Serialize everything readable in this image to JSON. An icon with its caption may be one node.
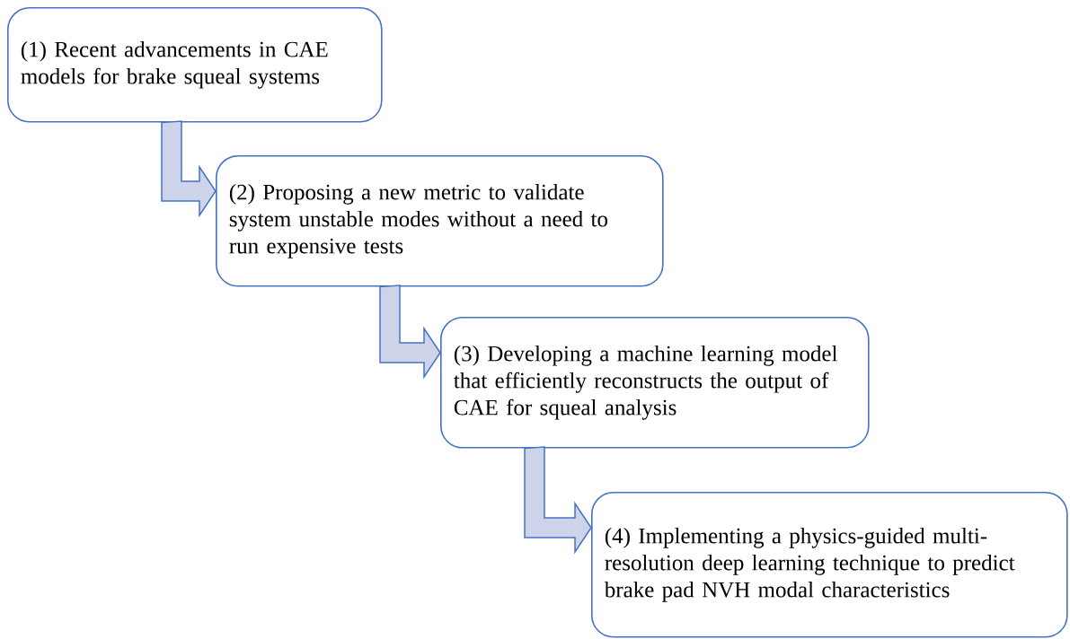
{
  "diagram": {
    "nodes": [
      {
        "text": [
          "(1) Recent advancements in CAE models for brake squeal systems"
        ]
      },
      {
        "text": [
          "(2) Proposing a new metric to validate system unstable modes without a need to run expensive tests"
        ]
      },
      {
        "text": [
          "(3) Developing a machine learning model that efficiently reconstructs the output of CAE for squeal analysis"
        ]
      },
      {
        "text": [
          "(4) Implementing a physics-guided multi-resolution deep learning technique to predict brake pad NVH modal characteristics"
        ]
      }
    ],
    "edges": [
      {
        "from": 0,
        "to": 1,
        "arrow": "to"
      },
      {
        "from": 1,
        "to": 2,
        "arrow": "to"
      },
      {
        "from": 2,
        "to": 3,
        "arrow": "to"
      }
    ]
  }
}
